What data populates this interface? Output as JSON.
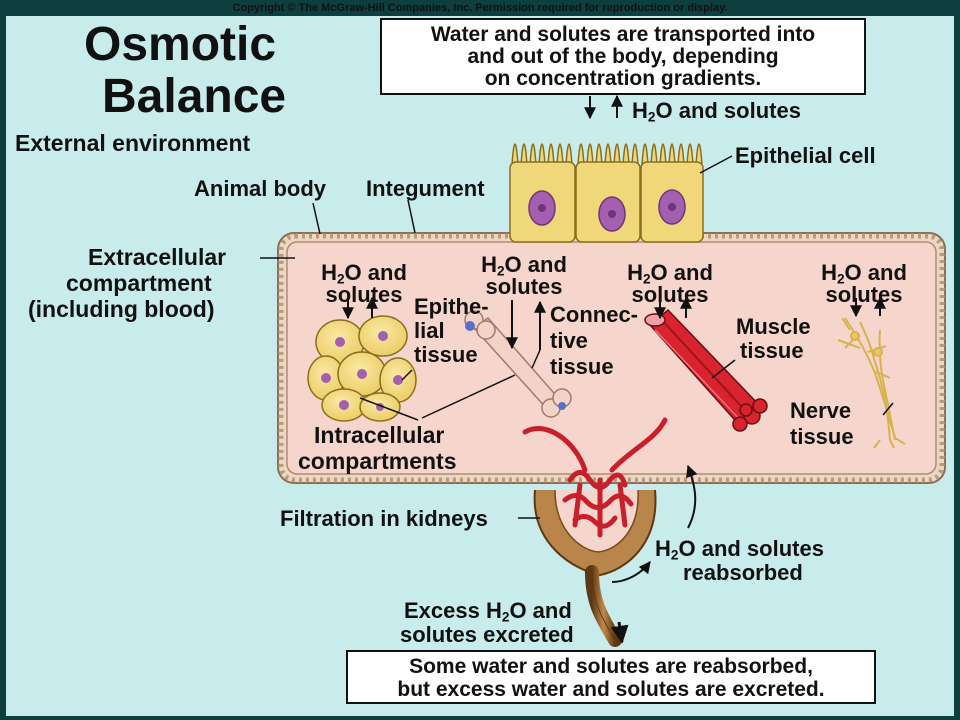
{
  "copyright": "Copyright © The McGraw-Hill Companies, Inc. Permission required for reproduction or display.",
  "title": {
    "line1": "Osmotic",
    "line2": "Balance"
  },
  "external_environment": "External environment",
  "top_box": {
    "line1": "Water and solutes are transported into",
    "line2": "and out of the body, depending",
    "line3": "on concentration gradients."
  },
  "bottom_box": {
    "line1": "Some water and solutes are reabsorbed,",
    "line2": "but excess water and solutes are excreted."
  },
  "labels": {
    "h2o_and_solutes_top": "and solutes",
    "epithelial_cell": "Epithelial cell",
    "animal_body": "Animal body",
    "integument": "Integument",
    "extracellular_1": "Extracellular",
    "extracellular_2": "compartment",
    "extracellular_3": "(including blood)",
    "solutes": "solutes",
    "and": "and",
    "epithe_1": "Epithe-",
    "epithe_2": "lial",
    "epithe_3": "tissue",
    "connec_1": "Connec-",
    "connec_2": "tive",
    "connec_3": "tissue",
    "muscle_1": "Muscle",
    "muscle_2": "tissue",
    "nerve_1": "Nerve",
    "nerve_2": "tissue",
    "intracellular_1": "Intracellular",
    "intracellular_2": "compartments",
    "filtration": "Filtration in kidneys",
    "reabsorbed_1": "and solutes",
    "reabsorbed_2": "reabsorbed",
    "excess_1": "and",
    "excess_2": "solutes excreted"
  },
  "colors": {
    "background": "#0e3f3f",
    "panel": "#c8ecec",
    "extracellular": "#f6d6cc",
    "integument": "#ecd7c4",
    "epithelial_cell": "#f0d77a",
    "nucleus": "#a45fb0",
    "muscle": "#d9232e",
    "kidney_vessel": "#c8202a",
    "bone": "#f3d3c7",
    "nerve": "#e9c86a",
    "tubule": "#8b5a2b"
  }
}
